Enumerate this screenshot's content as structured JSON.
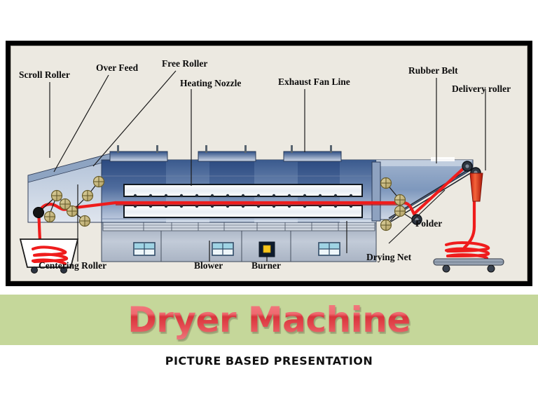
{
  "slide": {
    "title": "Dryer Machine",
    "subtitle": "PICTURE  BASED  PRESENTATION",
    "band_color": "#c5d79a",
    "title_color": "#e2454d",
    "frame_color": "#000000",
    "diagram_background": "#ece9e1"
  },
  "diagram": {
    "name": "dryer-machine-diagram",
    "labels": [
      {
        "id": "scroll-roller",
        "text": "Scroll Roller"
      },
      {
        "id": "over-feed",
        "text": "Over Feed"
      },
      {
        "id": "free-roller",
        "text": "Free Roller"
      },
      {
        "id": "heating-nozzle",
        "text": "Heating Nozzle"
      },
      {
        "id": "exhaust-fan-line",
        "text": "Exhaust Fan Line"
      },
      {
        "id": "rubber-belt",
        "text": "Rubber Belt"
      },
      {
        "id": "delivery-roller",
        "text": "Delivery roller"
      },
      {
        "id": "centering-roller",
        "text": "Centering Roller"
      },
      {
        "id": "blower",
        "text": "Blower"
      },
      {
        "id": "burner",
        "text": "Burner"
      },
      {
        "id": "drying-net",
        "text": "Drying Net"
      },
      {
        "id": "folder",
        "text": "Folder"
      }
    ],
    "colors": {
      "fabric": "#ef1c1c",
      "roller": "#c9b97a",
      "body_blue_dark": "#1f3f74",
      "body_blue_light": "#b8c6dd",
      "base_grey": "#a8b2c2",
      "burner_flame": "#f3c01a",
      "window_blue": "#a8d8e8"
    }
  }
}
